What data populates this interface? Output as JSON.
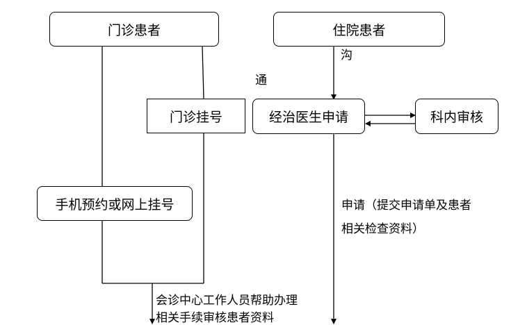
{
  "nodes": {
    "outpatient": "门诊患者",
    "inpatient": "住院患者",
    "outpatient_registration": "门诊挂号",
    "phone_online_registration": "手机预约或网上挂号",
    "attending_doctor_apply": "经治医生申请",
    "dept_review": "科内审核"
  },
  "labels": {
    "communicate_1": "沟",
    "communicate_2": "通",
    "apply_note_line1": "申请（提交申请单及患者",
    "apply_note_line2": "相关检查资料）",
    "consult_note_line1": "会诊中心工作人员帮助办理",
    "consult_note_line2": "相关手续审核患者资料"
  }
}
